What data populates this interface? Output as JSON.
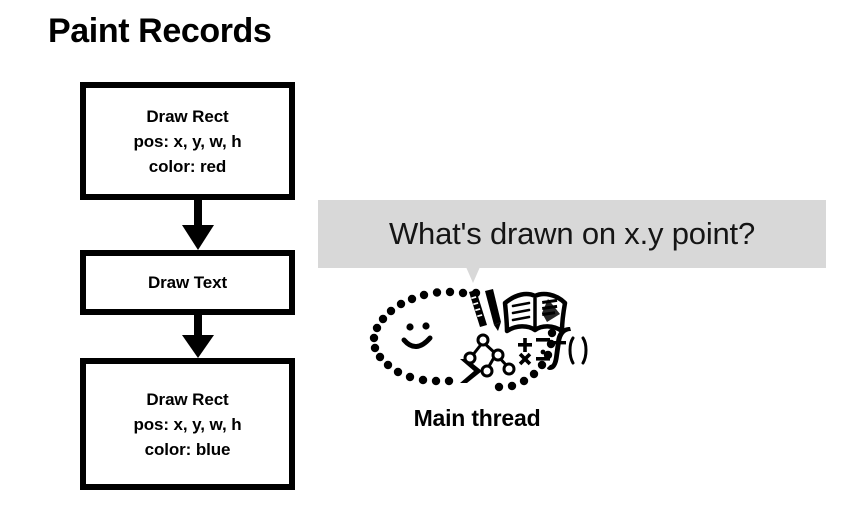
{
  "slide": {
    "title": "Paint Records",
    "background_color": "#ffffff",
    "ink_color": "#000000"
  },
  "paint_records": {
    "boxes": [
      {
        "id": "draw-rect-red",
        "lines": [
          "Draw Rect",
          "pos: x, y, w, h",
          "color: red"
        ],
        "color_value": "red"
      },
      {
        "id": "draw-text",
        "lines": [
          "Draw Text"
        ],
        "color_value": ""
      },
      {
        "id": "draw-rect-blue",
        "lines": [
          "Draw Rect",
          "pos: x, y, w, h",
          "color: blue"
        ],
        "color_value": "blue"
      }
    ],
    "arrows": [
      {
        "id": "arrow-rect-to-text",
        "direction": "down"
      },
      {
        "id": "arrow-text-to-rect",
        "direction": "down"
      }
    ]
  },
  "question": {
    "bubble_text": "What's drawn on x.y point?",
    "bubble_color": "#d8d8d8",
    "tail_direction": "down"
  },
  "thinker": {
    "label": "Main thread",
    "balloon_style": "dotted-oval",
    "face": "smiley",
    "icons": [
      "ruler-icon",
      "pencil-icon",
      "open-book-icon",
      "tree-graph-icon",
      "math-operators-icon",
      "function-icon"
    ],
    "math_operators": [
      "+",
      "−",
      "×",
      "÷"
    ],
    "function_glyph": "f()"
  }
}
